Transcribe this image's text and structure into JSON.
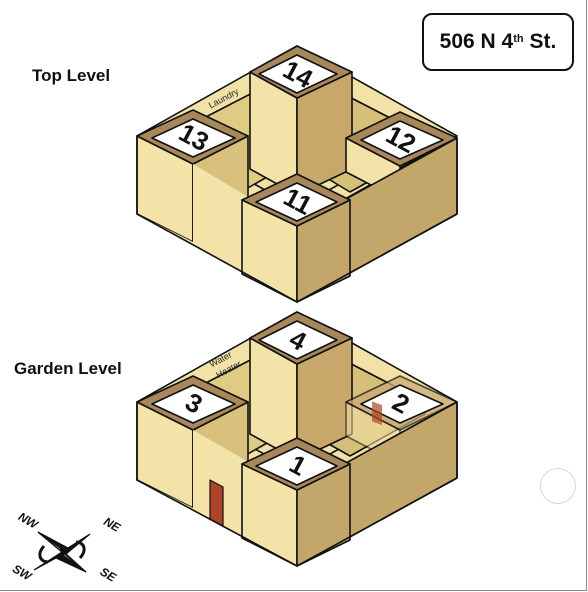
{
  "address": {
    "number_street": "506 N 4",
    "ordinal": "th",
    "suffix": "St."
  },
  "levels": {
    "top": {
      "label": "Top Level",
      "units": [
        "14",
        "13",
        "12",
        "11"
      ],
      "room": "Laundry"
    },
    "garden": {
      "label": "Garden Level",
      "units": [
        "4",
        "3",
        "2",
        "1"
      ],
      "room_line1": "Water",
      "room_line2": "Heater"
    }
  },
  "compass": {
    "nw": "NW",
    "ne": "NE",
    "sw": "SW",
    "se": "SE"
  },
  "colors": {
    "wall_light": "#f4e3a9",
    "wall_mid": "#e2cd86",
    "wall_dark": "#c3a76a",
    "roof_rim": "#a8875a",
    "door": "#b0442a",
    "outline": "#111111"
  }
}
